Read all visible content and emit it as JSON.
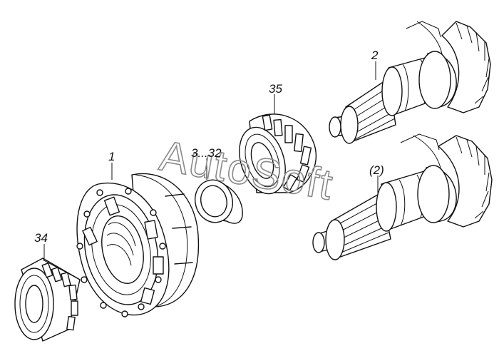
{
  "watermark": "AutoSoft",
  "callouts": {
    "hub": "1",
    "gear_shaft": "2",
    "gear_shaft_alt": "(2)",
    "ring": "3...32",
    "bearing_left": "34",
    "bearing_right": "35"
  }
}
